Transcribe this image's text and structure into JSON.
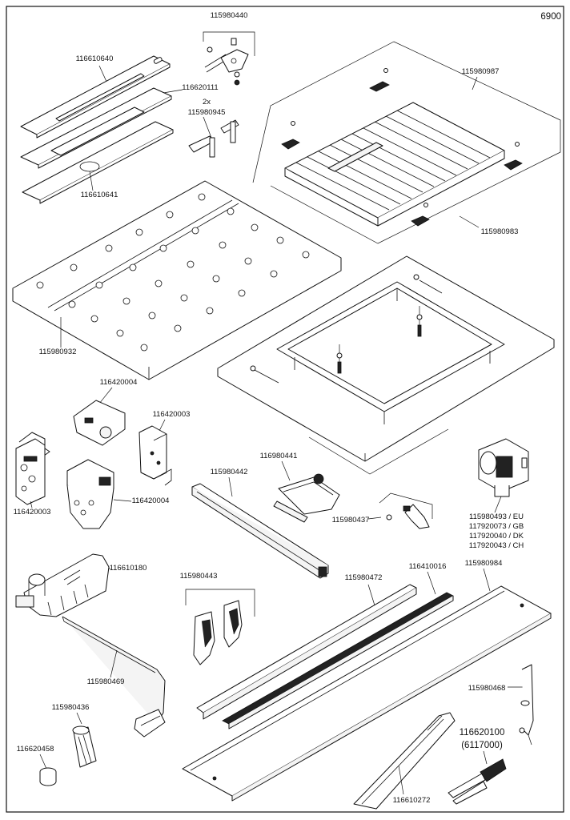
{
  "sheet": {
    "page_number": "6900"
  },
  "labels": {
    "l115980440": "115980440",
    "l116610640": "116610640",
    "l116620111": "116620111",
    "l2x": "2x",
    "l115980945": "115980945",
    "l116610641": "116610641",
    "l115980987": "115980987",
    "l115980983": "115980983",
    "l115980932": "115980932",
    "l116420004a": "116420004",
    "l116420003a": "116420003",
    "l116420003b": "116420003",
    "l116420004b": "116420004",
    "l115980442": "115980442",
    "l116980441": "116980441",
    "l115980437": "115980437",
    "l115980493": "115980493 / EU",
    "l117920073": "117920073 / GB",
    "l117920040": "117920040 / DK",
    "l117920043": "117920043 / CH",
    "l116610180": "116610180",
    "l115980443": "115980443",
    "l115980472": "115980472",
    "l116410016": "116410016",
    "l115980984": "115980984",
    "l115980469": "115980469",
    "l115980468": "115980468",
    "l115980436": "115980436",
    "l116620100": "116620100",
    "l6117000": "(6117000)",
    "l116620458": "116620458",
    "l116610272": "116610272"
  }
}
